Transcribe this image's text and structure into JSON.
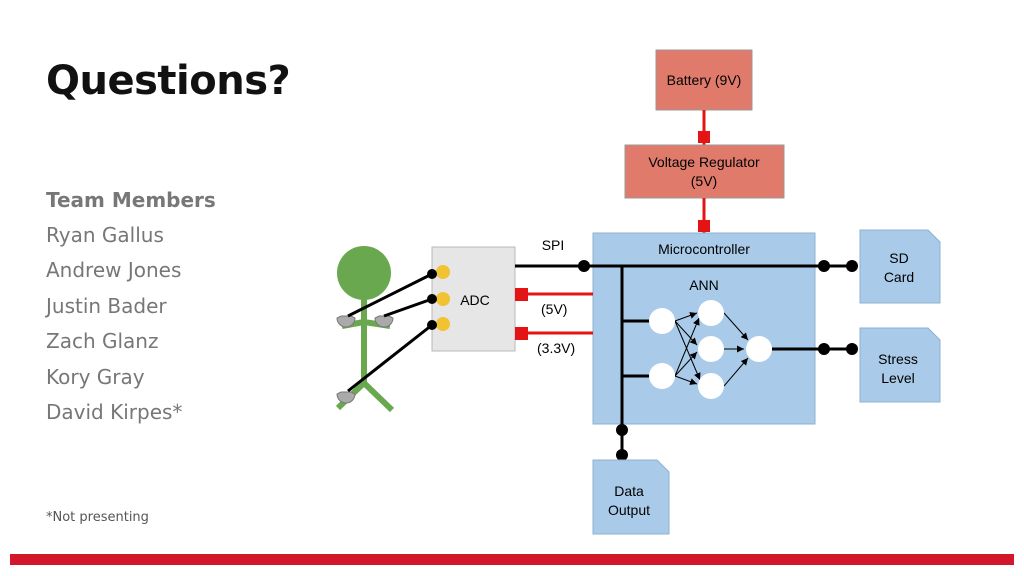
{
  "title": "Questions?",
  "team": {
    "heading": "Team Members",
    "members": [
      "Ryan Gallus",
      "Andrew Jones",
      "Justin Bader",
      "Zach Glanz",
      "Kory Gray",
      "David Kirpes*"
    ]
  },
  "footnote": "*Not presenting",
  "diagram": {
    "battery": "Battery (9V)",
    "regulator_line1": "Voltage Regulator",
    "regulator_line2": "(5V)",
    "microcontroller": "Microcontroller",
    "ann": "ANN",
    "adc": "ADC",
    "spi": "SPI",
    "v5": "(5V)",
    "v33": "(3.3V)",
    "sd_line1": "SD",
    "sd_line2": "Card",
    "stress_line1": "Stress",
    "stress_line2": "Level",
    "data_line1": "Data",
    "data_line2": "Output"
  },
  "colors": {
    "accent_bar": "#d2172a",
    "power_block": "#e07b6c",
    "block_blue": "#a9cbe9",
    "adc_gray": "#e6e6e6",
    "head_green": "#6aa84f",
    "connector_yellow": "#f1c232",
    "power_red": "#e51414"
  }
}
